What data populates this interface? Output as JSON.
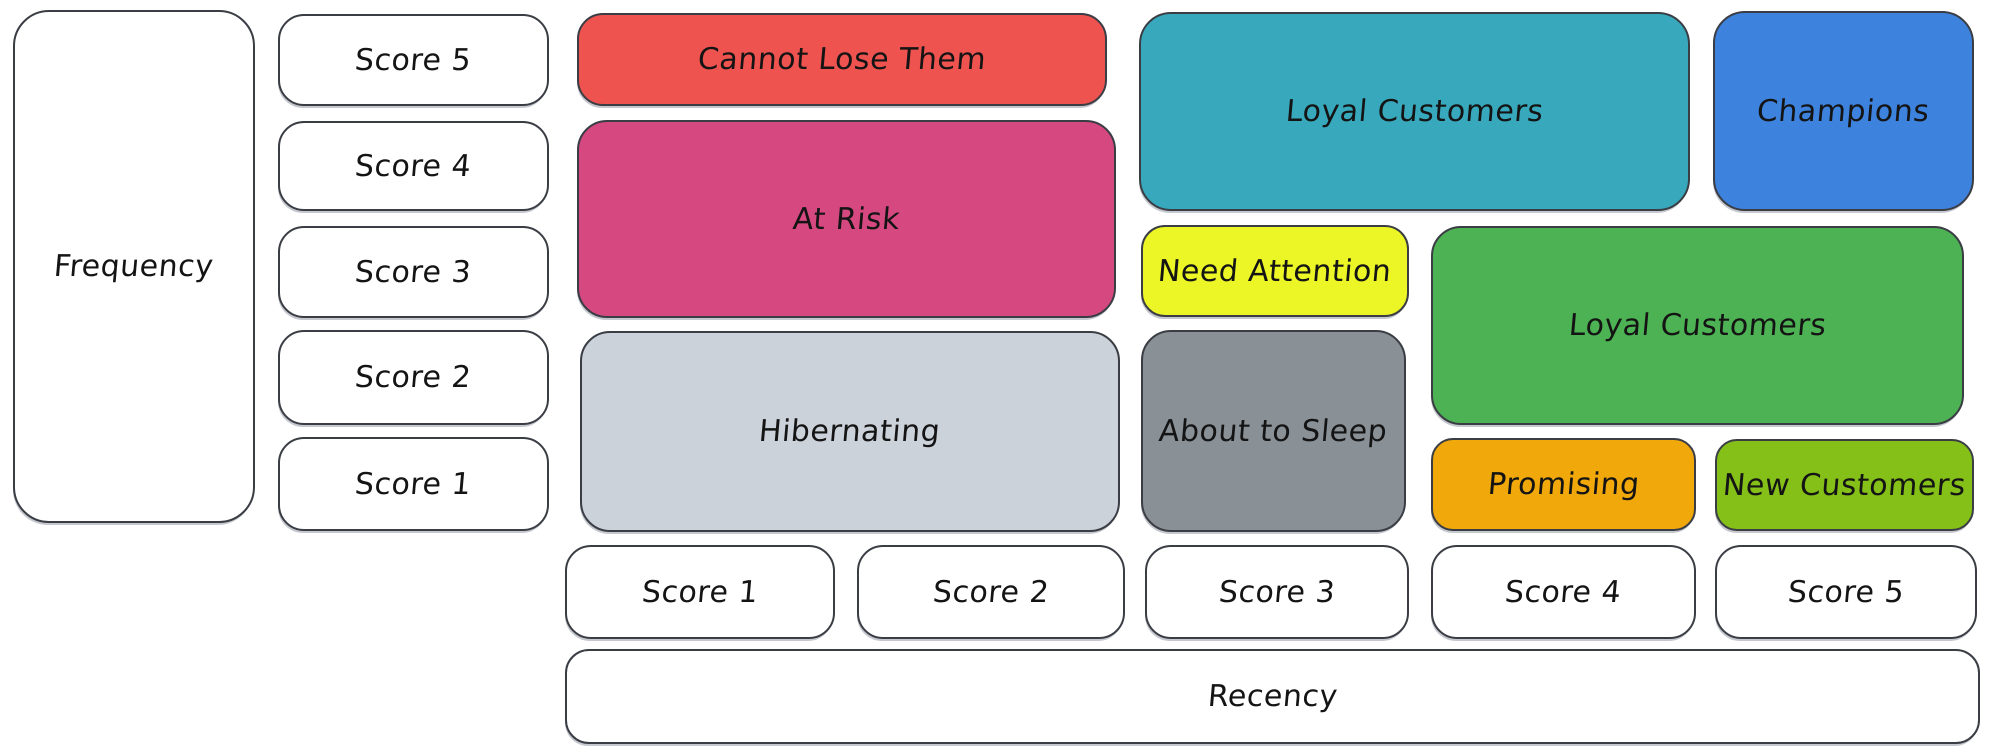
{
  "diagram": {
    "axes": {
      "frequency": {
        "label": "Frequency",
        "scores": [
          "Score 5",
          "Score 4",
          "Score 3",
          "Score 2",
          "Score 1"
        ]
      },
      "recency": {
        "label": "Recency",
        "scores": [
          "Score 1",
          "Score 2",
          "Score 3",
          "Score 4",
          "Score 5"
        ]
      }
    },
    "segments": [
      {
        "label": "Cannot Lose Them",
        "color": "#ef5350",
        "recency_scores": "1-2",
        "frequency_scores": "5"
      },
      {
        "label": "At Risk",
        "color": "#d64980",
        "recency_scores": "1-2",
        "frequency_scores": "3-4"
      },
      {
        "label": "Hibernating",
        "color": "#ccd2da",
        "recency_scores": "1-2",
        "frequency_scores": "1-2"
      },
      {
        "label": "Loyal Customers",
        "color": "#38a8bc",
        "recency_scores": "3-4",
        "frequency_scores": "4-5"
      },
      {
        "label": "Champions",
        "color": "#3d82dd",
        "recency_scores": "5",
        "frequency_scores": "4-5"
      },
      {
        "label": "Need Attention",
        "color": "#ecf525",
        "recency_scores": "3",
        "frequency_scores": "3"
      },
      {
        "label": "Loyal Customers",
        "color": "#4db253",
        "recency_scores": "4-5",
        "frequency_scores": "2-3"
      },
      {
        "label": "About to Sleep",
        "color": "#899096",
        "recency_scores": "3",
        "frequency_scores": "1-2"
      },
      {
        "label": "Promising",
        "color": "#f0a80a",
        "recency_scores": "4",
        "frequency_scores": "1"
      },
      {
        "label": "New Customers",
        "color": "#84c018",
        "recency_scores": "5",
        "frequency_scores": "1"
      }
    ],
    "colors": {
      "background": "#ffffff",
      "outline": "#3a3d44",
      "text": "#141414"
    }
  }
}
